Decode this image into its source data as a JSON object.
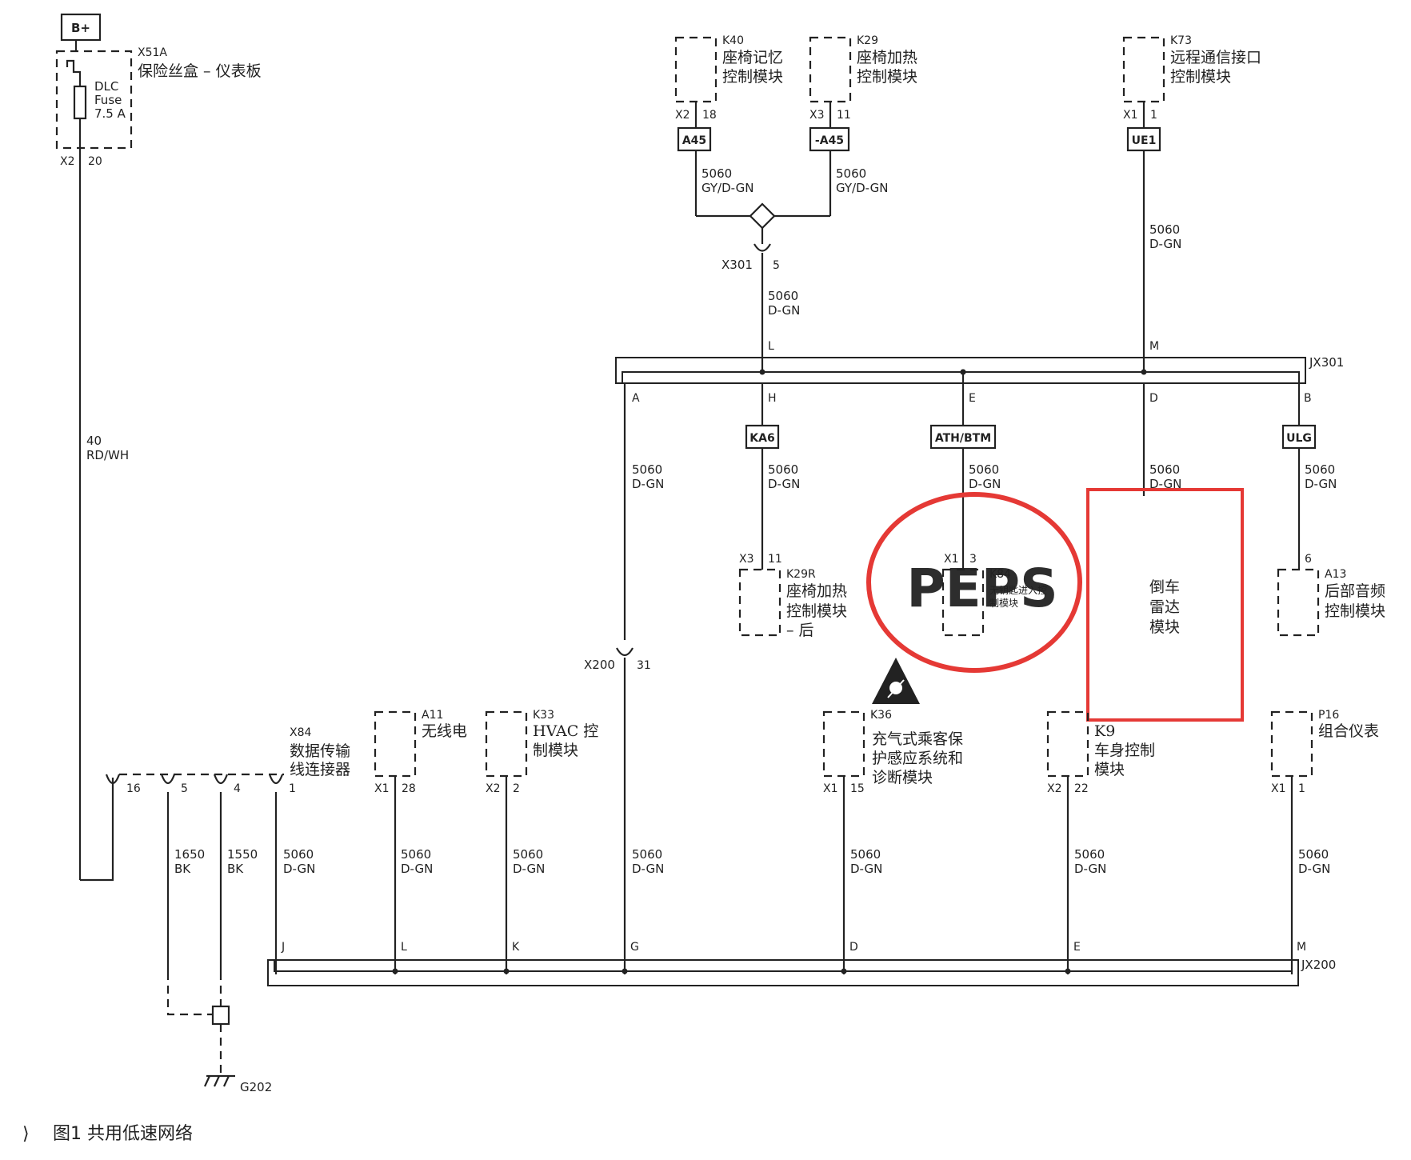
{
  "caption": "图1 共用低速网络",
  "power": {
    "label": "B+"
  },
  "fuse": {
    "id": "X51A",
    "name": "保险丝盒 – 仪表板",
    "lines": [
      "DLC",
      "Fuse",
      "7.5 A"
    ],
    "connector": "X2",
    "pin": "20"
  },
  "feed_wire": {
    "circuit": "40",
    "color": "RD/WH"
  },
  "modules": {
    "k40": {
      "id": "K40",
      "l1": "座椅记忆",
      "l2": "控制模块",
      "conn": "X2",
      "pin": "18"
    },
    "k29": {
      "id": "K29",
      "l1": "座椅加热",
      "l2": "控制模块",
      "conn": "X3",
      "pin": "11"
    },
    "k73": {
      "id": "K73",
      "l1": "远程通信接口",
      "l2": "控制模块",
      "conn": "X1",
      "pin": "1"
    },
    "k29r": {
      "id": "K29R",
      "l1": "座椅加热",
      "l2": "控制模块",
      "l3": "– 后",
      "conn": "X3",
      "pin": "11"
    },
    "k84": {
      "id": "K84",
      "l1": "无钥匙进入控",
      "l2": "制模块",
      "conn": "X1",
      "pin": "3"
    },
    "a13": {
      "id": "A13",
      "l1": "后部音频",
      "l2": "控制模块",
      "pin": "6"
    },
    "a11": {
      "id": "A11",
      "l1": "无线电",
      "conn": "X1",
      "pin": "28"
    },
    "k33": {
      "id": "K33",
      "l1": "HVAC 控",
      "l2": "制模块",
      "conn": "X2",
      "pin": "2"
    },
    "x84": {
      "id": "X84",
      "l1": "数据传输",
      "l2": "线连接器",
      "pins": [
        "16",
        "5",
        "4",
        "1"
      ]
    },
    "k36": {
      "id": "K36",
      "l1": "充气式乘客保",
      "l2": "护感应系统和",
      "l3": "诊断模块",
      "conn": "X1",
      "pin": "15"
    },
    "k9": {
      "id": "K9",
      "l1": "车身控制",
      "l2": "模块",
      "conn": "X2",
      "pin": "22"
    },
    "p16": {
      "id": "P16",
      "l1": "组合仪表",
      "conn": "X1",
      "pin": "1"
    }
  },
  "options": {
    "a45": "A45",
    "a45n": "-A45",
    "ue1": "UE1",
    "ka6": "KA6",
    "athbtm": "ATH/BTM",
    "ulg": "ULG"
  },
  "wire": {
    "circuit": "5060",
    "color_dgn": "D-GN",
    "color_gy": "GY/D-GN"
  },
  "ground_wires": {
    "circuit": "1650",
    "circuit2": "1550",
    "color": "BK"
  },
  "ground": {
    "id": "G202"
  },
  "inline_x301": {
    "id": "X301",
    "pin": "5"
  },
  "inline_x200": {
    "id": "X200",
    "pin": "31"
  },
  "jx301": {
    "id": "JX301",
    "pins": {
      "L": "L",
      "M": "M",
      "A": "A",
      "H": "H",
      "E": "E",
      "D": "D",
      "B": "B"
    }
  },
  "jx200": {
    "id": "JX200",
    "pins": {
      "J": "J",
      "L": "L",
      "K": "K",
      "G": "G",
      "D": "D",
      "E": "E",
      "M": "M"
    }
  },
  "annotations": {
    "peps": "PEPS",
    "radar": [
      "倒车",
      "雷达",
      "模块"
    ],
    "peps_color": "#e53935",
    "radar_color": "#e53935"
  }
}
